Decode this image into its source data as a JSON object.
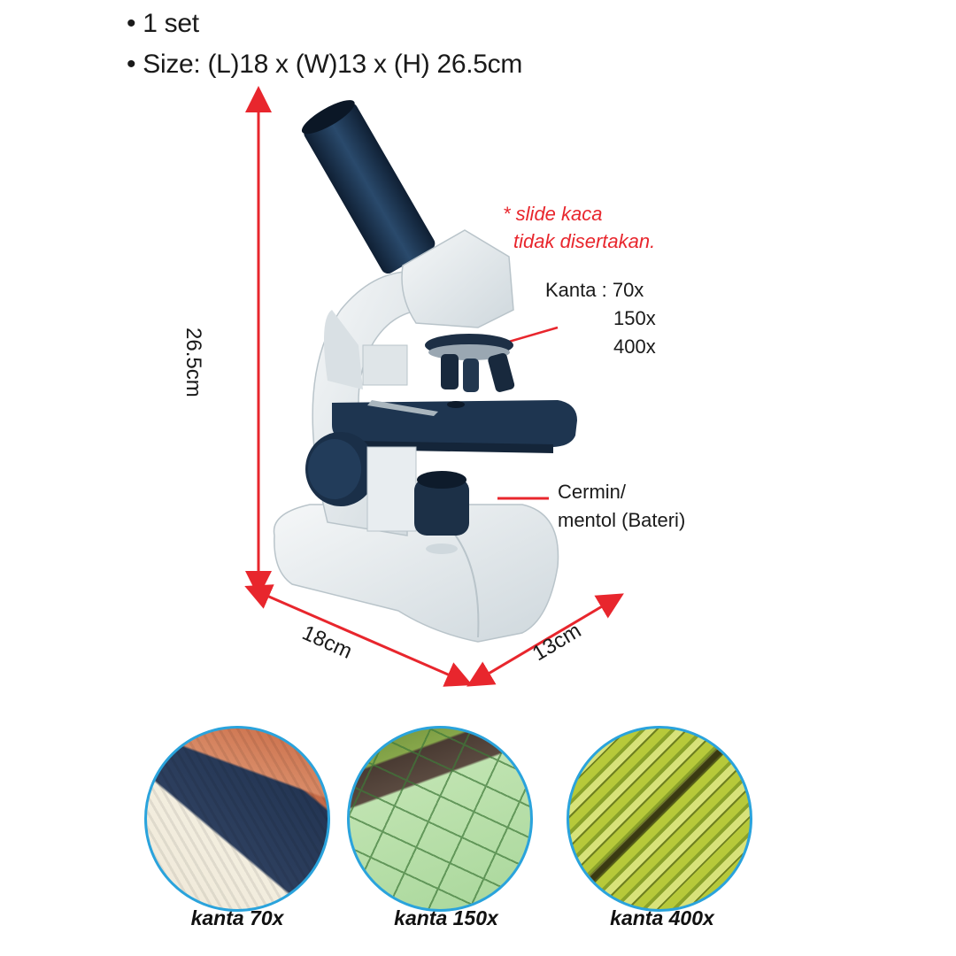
{
  "specs": {
    "items": [
      "• 1 set",
      "• Size: (L)18 x (W)13 x (H) 26.5cm"
    ]
  },
  "note": {
    "line1": "* slide kaca",
    "line2": "tidak disertakan."
  },
  "callouts": {
    "lens_title": "Kanta : 70x",
    "lens_values": [
      "150x",
      "400x"
    ],
    "mirror_line1": "Cermin/",
    "mirror_line2": "mentol (Bateri)"
  },
  "dimensions": {
    "height": "26.5cm",
    "length": "18cm",
    "width": "13cm"
  },
  "samples": [
    {
      "caption": "kanta 70x",
      "subject": "fabric-threads"
    },
    {
      "caption": "kanta 150x",
      "subject": "onion-cells"
    },
    {
      "caption": "kanta 400x",
      "subject": "plant-tissue"
    }
  ],
  "colors": {
    "accent_red": "#e8262d",
    "circle_border": "#2aa3dc",
    "microscope_body": "#e6ebee",
    "microscope_dark": "#1e3550"
  }
}
